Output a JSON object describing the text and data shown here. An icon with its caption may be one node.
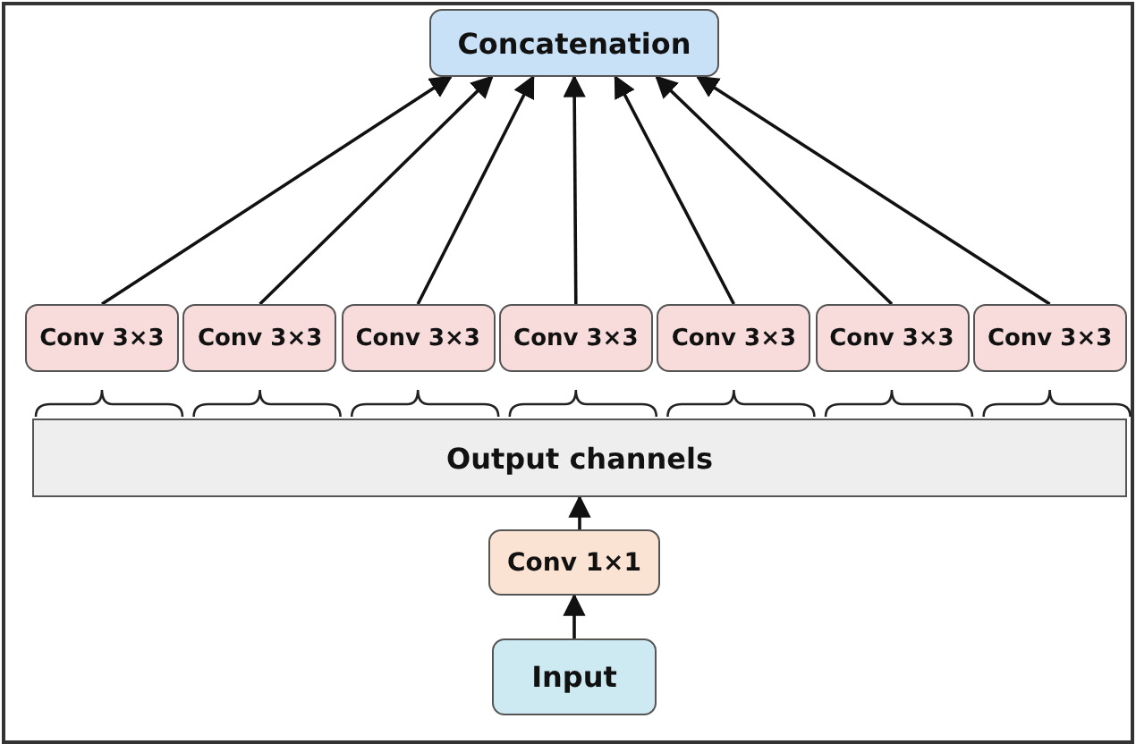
{
  "diagram": {
    "nodes": [
      {
        "text": [
          "Concatenation"
        ]
      },
      {
        "text": [
          "Conv 3×3"
        ]
      },
      {
        "text": [
          "Conv 3×3"
        ]
      },
      {
        "text": [
          "Conv 3×3"
        ]
      },
      {
        "text": [
          "Conv 3×3"
        ]
      },
      {
        "text": [
          "Conv 3×3"
        ]
      },
      {
        "text": [
          "Conv 3×3"
        ]
      },
      {
        "text": [
          "Conv 3×3"
        ]
      },
      {
        "text": [
          "Output channels"
        ]
      },
      {
        "text": [
          "Conv 1×1"
        ]
      },
      {
        "text": [
          "Input"
        ]
      }
    ],
    "edges": [
      {
        "from": 10,
        "to": 9,
        "arrow": "to"
      },
      {
        "from": 9,
        "to": 8,
        "arrow": "to"
      },
      {
        "from": 1,
        "to": 0,
        "arrow": "to"
      },
      {
        "from": 2,
        "to": 0,
        "arrow": "to"
      },
      {
        "from": 3,
        "to": 0,
        "arrow": "to"
      },
      {
        "from": 4,
        "to": 0,
        "arrow": "to"
      },
      {
        "from": 5,
        "to": 0,
        "arrow": "to"
      },
      {
        "from": 6,
        "to": 0,
        "arrow": "to"
      },
      {
        "from": 7,
        "to": 0,
        "arrow": "to"
      }
    ]
  }
}
